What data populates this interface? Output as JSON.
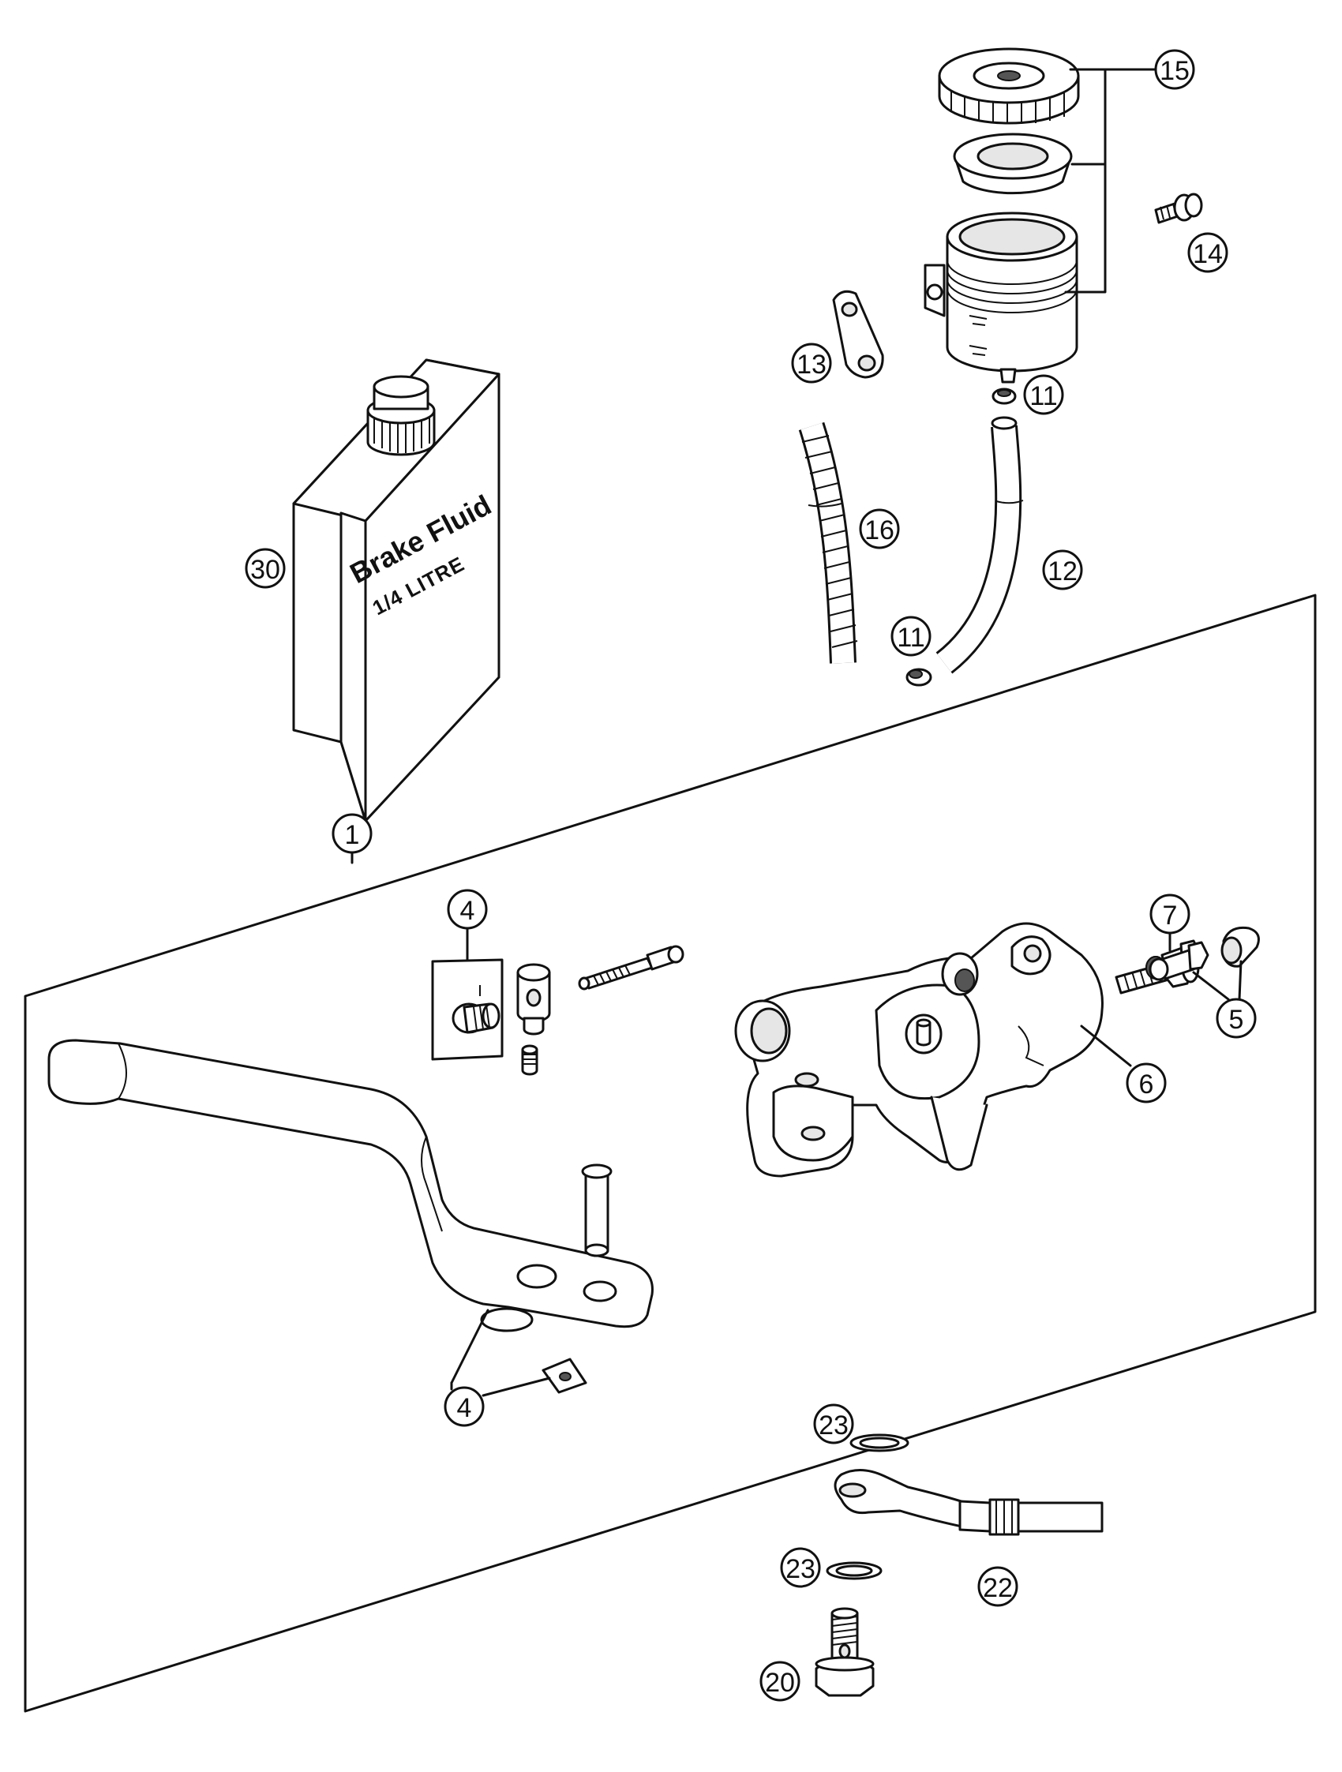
{
  "can_label": {
    "title": "Brake Fluid",
    "subtitle": "1/4 LITRE"
  },
  "callouts": {
    "c1": "1",
    "c4a": "4",
    "c4b": "4",
    "c5": "5",
    "c6": "6",
    "c7": "7",
    "c11a": "11",
    "c11b": "11",
    "c12": "12",
    "c13": "13",
    "c14": "14",
    "c15": "15",
    "c16": "16",
    "c20": "20",
    "c22": "22",
    "c23a": "23",
    "c23b": "23",
    "c30": "30"
  }
}
